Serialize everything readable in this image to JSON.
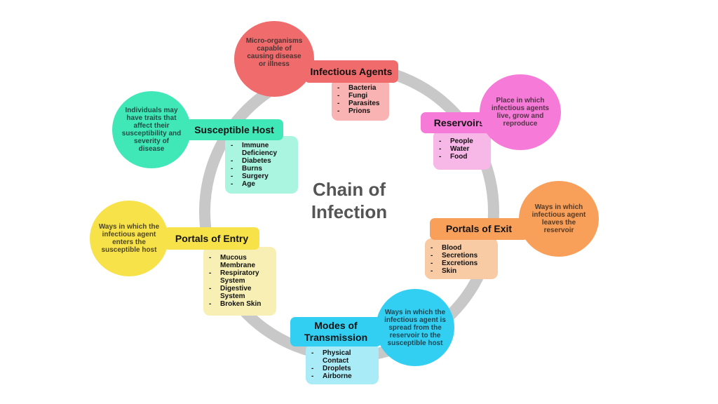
{
  "title": "Chain of\nInfection",
  "colors": {
    "ring": "#c8c8c8",
    "infectious_agents": "#f06b6b",
    "reservoirs": "#f67ad7",
    "portals_of_exit": "#f8a05a",
    "modes_of_transmission": "#33cff3",
    "portals_of_entry": "#f7e24a",
    "susceptible_host": "#40e8b8"
  },
  "nodes": {
    "infectious_agents": {
      "label": "Infectious Agents",
      "description": "Micro-organisms\ncapable of\ncausing disease\nor illness",
      "items": [
        "Bacteria",
        "Fungi",
        "Parasites",
        "Prions"
      ]
    },
    "reservoirs": {
      "label": "Reservoirs",
      "description": "Place in which\ninfectious agents\nlive, grow and\nreproduce",
      "items": [
        "People",
        "Water",
        "Food"
      ]
    },
    "portals_of_exit": {
      "label": "Portals of Exit",
      "description": "Ways in which\ninfectious agent\nleaves the\nreservoir",
      "items": [
        "Blood",
        "Secretions",
        "Excretions",
        "Skin"
      ]
    },
    "modes_of_transmission": {
      "label": "Modes of\nTransmission",
      "description": "Ways in which the\ninfectious agent is\nspread from the\nreservoir to the\nsusceptible host",
      "items": [
        "Physical\nContact",
        "Droplets",
        "Airborne"
      ]
    },
    "portals_of_entry": {
      "label": "Portals of Entry",
      "description": "Ways in which the\ninfectious agent\nenters the\nsusceptible host",
      "items": [
        "Mucous\nMembrane",
        "Respiratory\nSystem",
        "Digestive\nSystem",
        "Broken Skin"
      ]
    },
    "susceptible_host": {
      "label": "Susceptible Host",
      "description": "Individuals may\nhave traits that\naffect their\nsusceptibility and\nseverity of\ndisease",
      "items": [
        "Immune\nDeficiency",
        "Diabetes",
        "Burns",
        "Surgery",
        "Age"
      ]
    }
  }
}
